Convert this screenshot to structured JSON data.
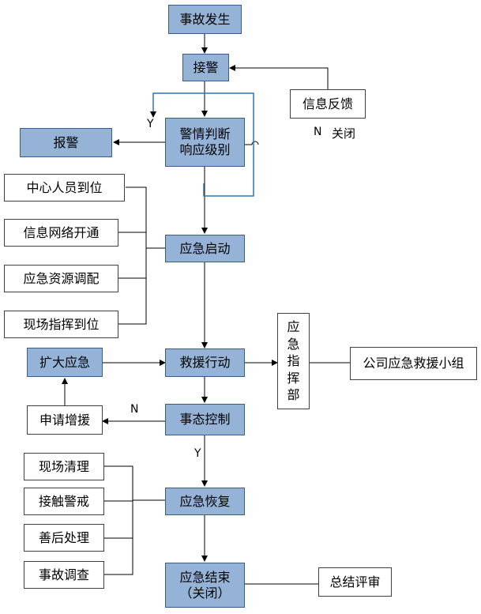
{
  "nodes": {
    "accident": "事故发生",
    "receive_alarm": "接警",
    "feedback": "信息反馈",
    "judge_line1": "警情判断",
    "judge_line2": "响应级别",
    "report": "报警",
    "center_staff": "中心人员到位",
    "network": "信息网络开通",
    "resource": "应急资源调配",
    "onsite_command": "现场指挥到位",
    "emergency_start": "应急启动",
    "hq_chars": [
      "应",
      "急",
      "指",
      "挥",
      "部"
    ],
    "company_team": "公司应急救援小组",
    "expand": "扩大应急",
    "rescue": "救援行动",
    "request": "申请增援",
    "control": "事态控制",
    "site_clean": "现场清理",
    "contact_alert": "接触警戒",
    "aftermath": "善后处理",
    "investigation": "事故调查",
    "recovery": "应急恢复",
    "end_line1": "应急结束",
    "end_line2": "（关闭）",
    "review": "总结评审"
  },
  "labels": {
    "y_judge": "Y",
    "n_close": "N",
    "close": "关闭",
    "n_control": "N",
    "y_control": "Y"
  },
  "colors": {
    "node_fill": "#95b3d7",
    "node_border": "#385d8a",
    "loop_line": "#2e75b6"
  }
}
